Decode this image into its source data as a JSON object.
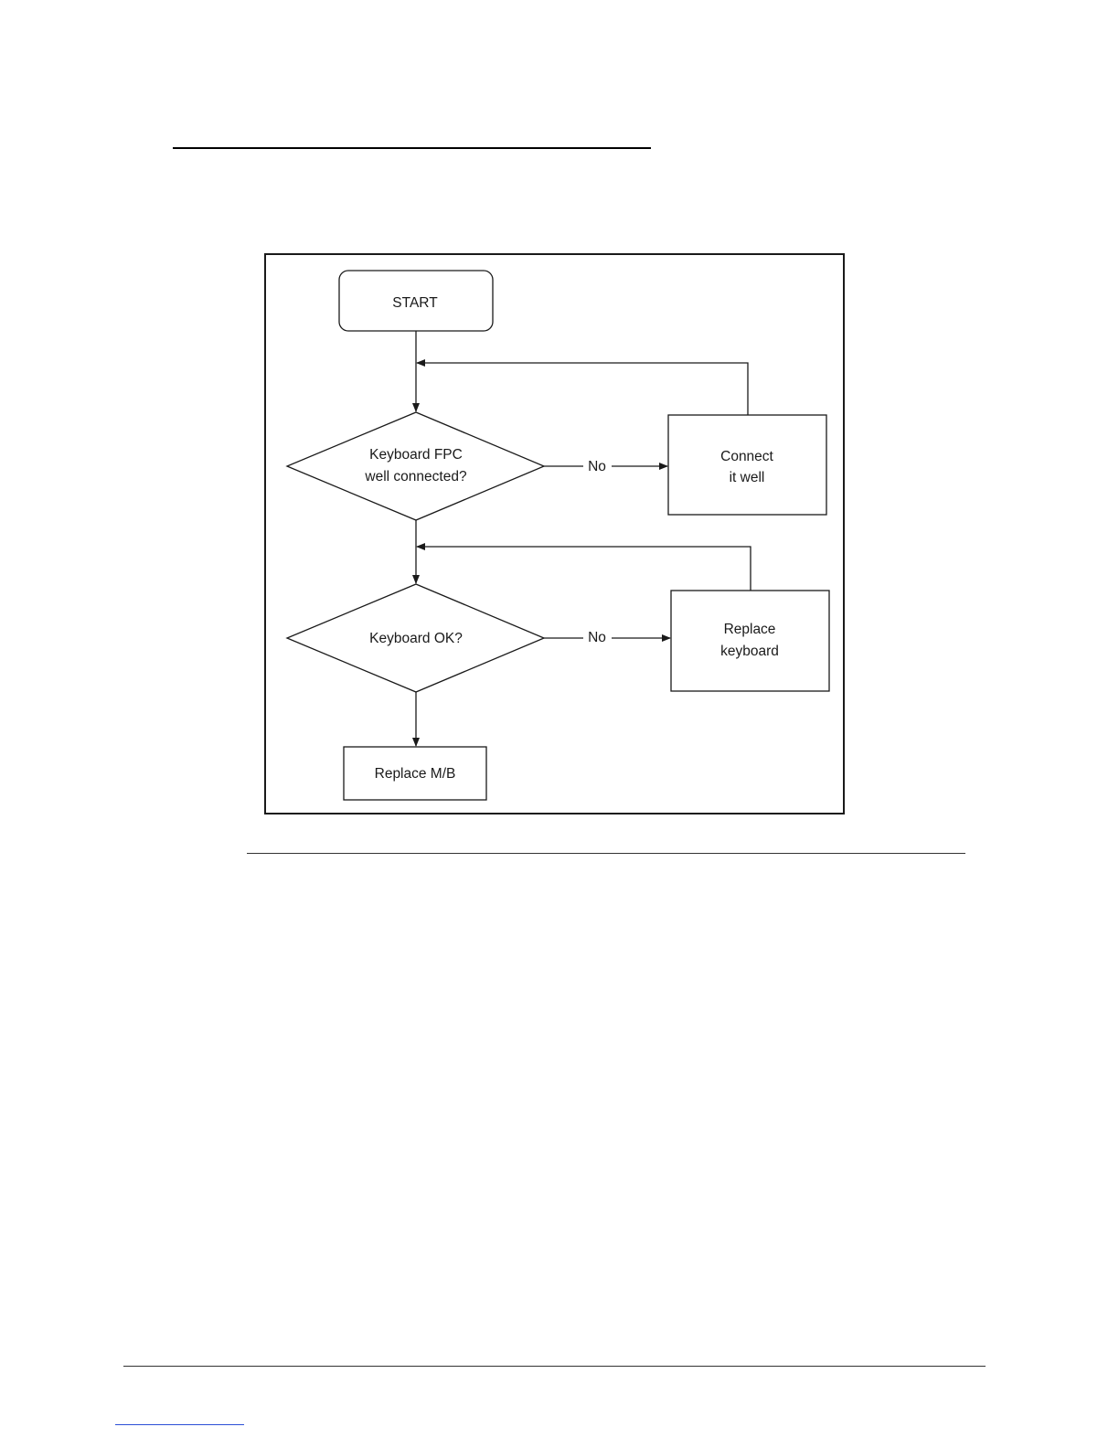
{
  "diagram": {
    "nodes": {
      "start": {
        "lines": [
          "START"
        ]
      },
      "check_fpc": {
        "lines": [
          "Keyboard FPC",
          "well connected?"
        ]
      },
      "connect": {
        "lines": [
          "Connect",
          "it well"
        ]
      },
      "check_kb": {
        "lines": [
          "Keyboard OK?"
        ]
      },
      "replace_kb": {
        "lines": [
          "Replace",
          "keyboard"
        ]
      },
      "replace_mb": {
        "lines": [
          "Replace M/B"
        ]
      }
    },
    "edges": {
      "fpc_no": "No",
      "kb_no": "No"
    }
  },
  "colors": {
    "stroke": "#1a1a1a",
    "text": "#1a1a1a",
    "link_underline": "#2b4fd6"
  }
}
